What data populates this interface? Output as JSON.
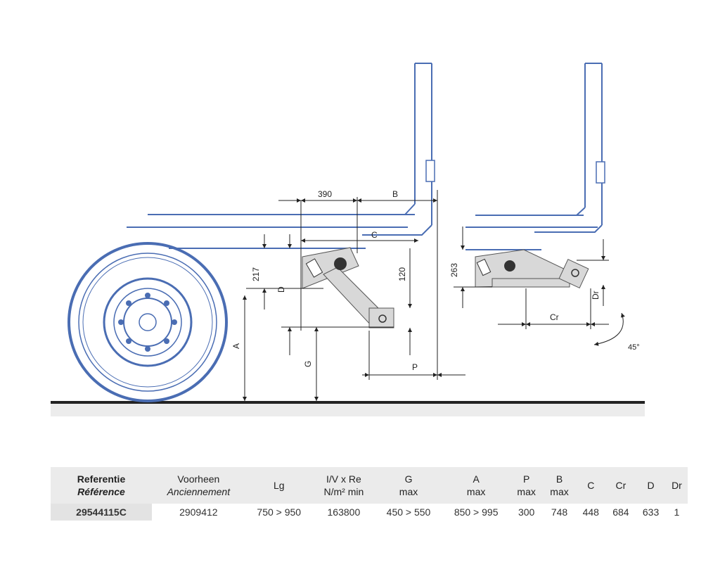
{
  "diagram": {
    "labels": {
      "dim_390": "390",
      "dim_B": "B",
      "dim_C": "C",
      "dim_217": "217",
      "dim_D": "D",
      "dim_120": "120",
      "dim_A": "A",
      "dim_G": "G",
      "dim_P": "P",
      "dim_263": "263",
      "dim_Cr": "Cr",
      "dim_Dr": "Dr",
      "angle": "45°"
    }
  },
  "table": {
    "headers": [
      {
        "line1": "Referentie",
        "line2": "Référence"
      },
      {
        "line1": "Voorheen",
        "line2": "Anciennement"
      },
      {
        "line1": "Lg",
        "line2": ""
      },
      {
        "line1": "I/V x Re",
        "line2": "N/m² min"
      },
      {
        "line1": "G",
        "line2": "max"
      },
      {
        "line1": "A",
        "line2": "max"
      },
      {
        "line1": "P",
        "line2": "max"
      },
      {
        "line1": "B",
        "line2": "max"
      },
      {
        "line1": "C",
        "line2": ""
      },
      {
        "line1": "Cr",
        "line2": ""
      },
      {
        "line1": "D",
        "line2": ""
      },
      {
        "line1": "Dr",
        "line2": ""
      }
    ],
    "rows": [
      [
        "29544115C",
        "2909412",
        "750 > 950",
        "163800",
        "450 > 550",
        "850 > 995",
        "300",
        "748",
        "448",
        "684",
        "633",
        "1"
      ]
    ]
  }
}
